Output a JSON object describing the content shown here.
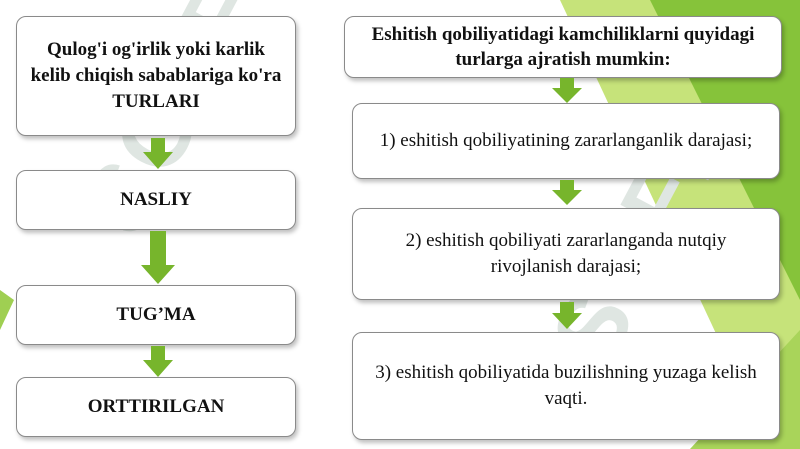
{
  "left": {
    "header": "Qulog'i og'irlik yoki karlik kelib chiqish sabablariga ko'ra TURLARI",
    "items": [
      "NASLIY",
      "TUG’MA",
      "ORTTIRILGAN"
    ]
  },
  "right": {
    "header": "Eshitish qobiliyatidagi kamchiliklarni quyidagi turlarga ajratish mumkin:",
    "items": [
      "1) eshitish qobiliyatining zararlanganlik darajasi;",
      "2) eshitish qobiliyati zararlanganda nutqiy rivojlanish darajasi;",
      "3) eshitish qobiliyatida buzilishning yuzaga kelish vaqti."
    ]
  },
  "watermark": {
    "text": "SOFF",
    "color": "#dfe6e2"
  },
  "colors": {
    "arrow": "#77b52c",
    "green_light": "#b7dc6a",
    "green_dark": "#7fbf33",
    "border": "#8a8a8a"
  }
}
